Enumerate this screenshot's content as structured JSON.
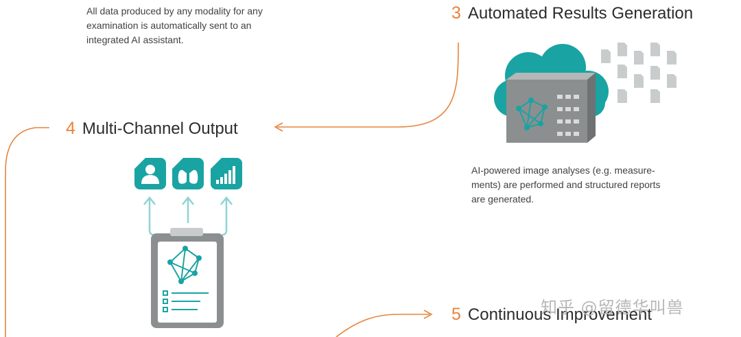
{
  "step1": {
    "description_lines": [
      "All data produced by any modality for any",
      "examination is automatically sent to an",
      "integrated AI assistant."
    ]
  },
  "step3": {
    "number": "3",
    "title": "Automated Results Generation",
    "icon": "cloud-server-icon",
    "description_lines": [
      "AI-powered image analyses (e.g. measure-",
      "ments) are performed and structured reports",
      "are generated."
    ]
  },
  "step4": {
    "number": "4",
    "title": "Multi-Channel Output",
    "output_icons": [
      "user-report-icon",
      "lungs-report-icon",
      "chart-report-icon"
    ],
    "device_icon": "clipboard-network-icon"
  },
  "step5": {
    "number": "5",
    "title": "Continuous Improvement"
  },
  "watermark": "知乎 @留德华叫兽",
  "colors": {
    "accent_orange": "#e8833a",
    "teal": "#1aa3a3",
    "teal_light": "#8fd3d3",
    "gray_server": "#8c8f90",
    "gray_doc": "#c9cccd"
  }
}
